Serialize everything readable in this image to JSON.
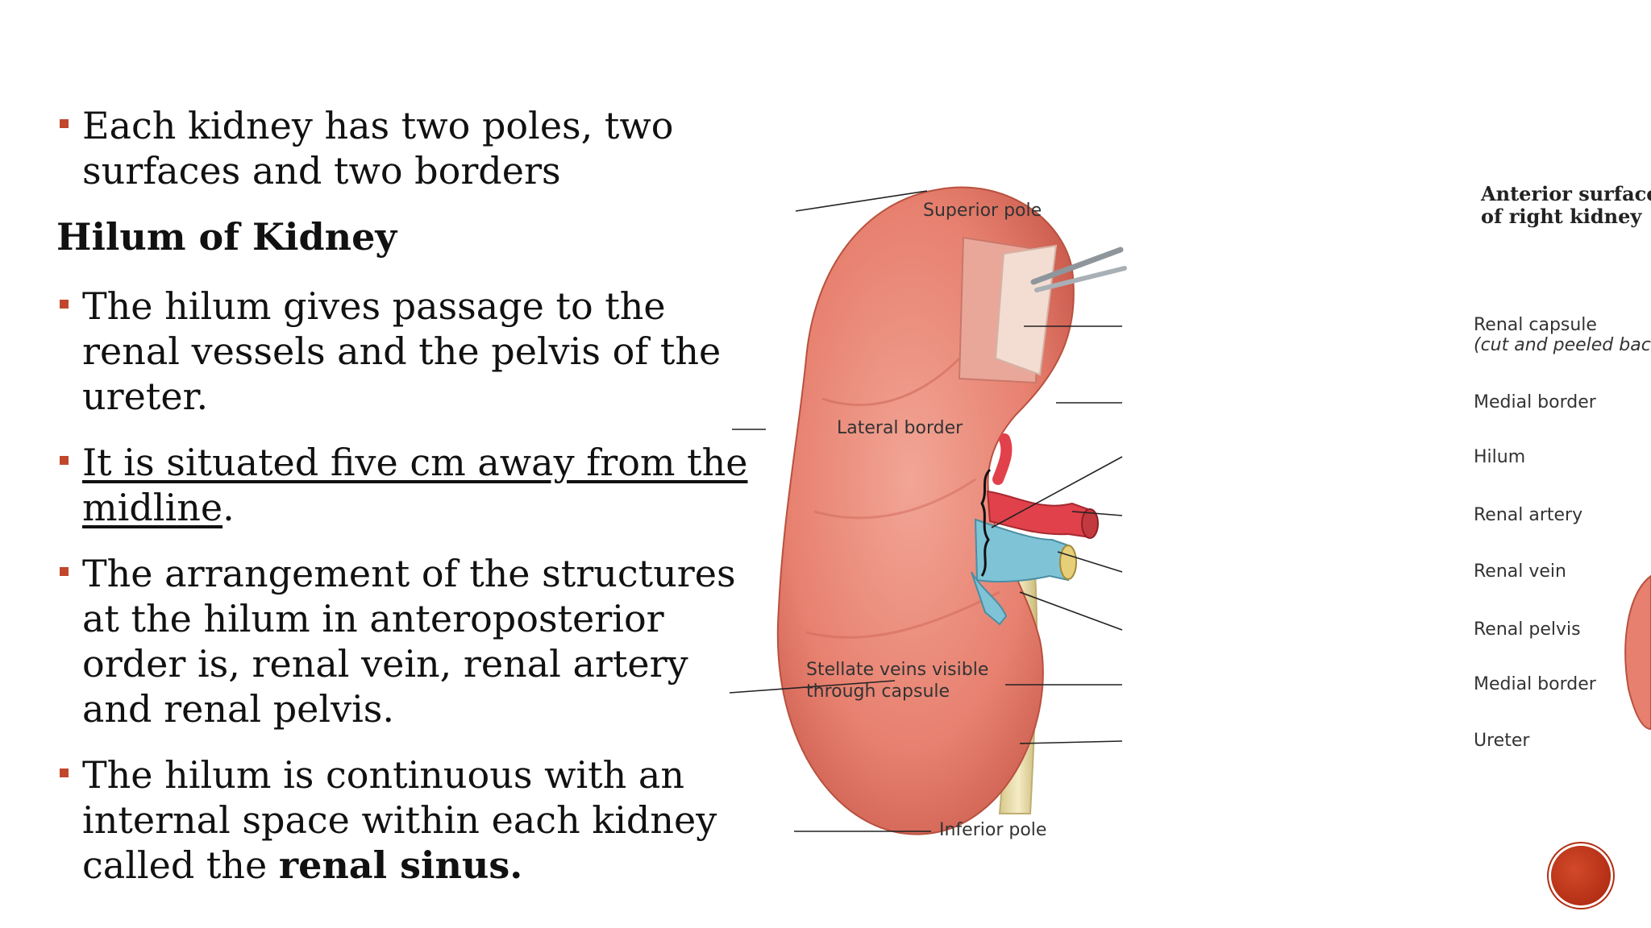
{
  "slide": {
    "bullet1": "Each kidney has two poles, two surfaces and two borders",
    "heading": "Hilum of Kidney",
    "bullet2": "The hilum gives passage to the renal vessels and the pelvis of the ureter.",
    "bullet3": {
      "underlined": "It is situated five cm away from the midline",
      "tail": "."
    },
    "bullet4": "The arrangement of the structures at the hilum in anteroposterior order is, renal vein, renal artery and renal pelvis.",
    "bullet5": {
      "lead": "The hilum is continuous with an internal space within each kidney called the ",
      "bold": "renal sinus."
    }
  },
  "figure": {
    "title_line1": "Anterior surface",
    "title_line2": "of right kidney",
    "labels": {
      "superior_pole": "Superior pole",
      "renal_capsule": "Renal capsule",
      "renal_capsule_note": "(cut and peeled back)",
      "medial_border_upper": "Medial border",
      "lateral_border": "Lateral border",
      "hilum": "Hilum",
      "renal_artery": "Renal artery",
      "renal_vein": "Renal vein",
      "renal_pelvis": "Renal pelvis",
      "stellate_line1": "Stellate veins visible",
      "stellate_line2": "through capsule",
      "medial_border_lower": "Medial border",
      "ureter": "Ureter",
      "inferior_pole": "Inferior pole"
    }
  },
  "colors": {
    "accent": "#c0472c",
    "kidney": "#e8857a",
    "artery": "#e0414a",
    "vein": "#7fc4d6",
    "ureter": "#eadfae"
  },
  "icons": [
    "bullet-square-icon",
    "next-slide-icon"
  ]
}
